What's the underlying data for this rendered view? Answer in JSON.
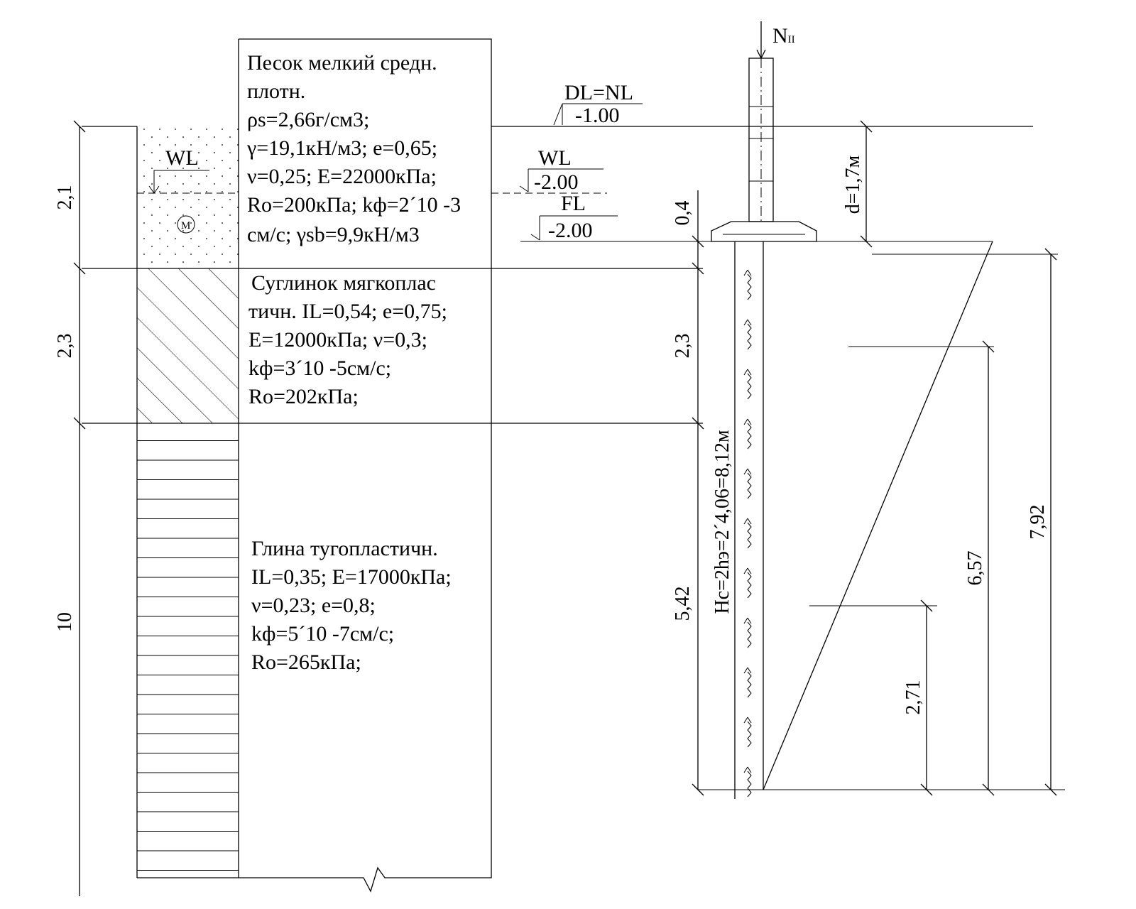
{
  "layers": [
    {
      "id": "sand",
      "lines": [
        "Песок мелкий средн.",
        "плотн.",
        "ρs=2,66г/см3;",
        "γ=19,1кН/м3;   e=0,65;",
        "ν=0,25;   E=22000кПа;",
        "Ro=200кПа;  kф=2´10 -3",
        "см/с;   γsb=9,9кН/м3"
      ],
      "thickness": "2,1",
      "symbol": "М"
    },
    {
      "id": "loam",
      "lines": [
        "Суглинок мягкоплас",
        "тичн. IL=0,54;  e=0,75;",
        "E=12000кПа; ν=0,3;",
        "kф=3´10 -5см/с;",
        "Ro=202кПа;"
      ],
      "thickness": "2,3"
    },
    {
      "id": "clay",
      "lines": [
        "Глина тугопластичн.",
        "IL=0,35;  E=17000кПа;",
        "ν=0,23; e=0,8;",
        "kф=5´10 -7см/с;",
        "Ro=265кПа;"
      ],
      "thickness": "10"
    }
  ],
  "levels": {
    "dl_nl_label": "DL=NL",
    "dl_nl_value": "-1.00",
    "wl_label": "WL",
    "wl_value": "-2.00",
    "fl_label": "FL",
    "fl_value": "-2.00",
    "wl_column_label": "WL"
  },
  "foundation": {
    "load_label": "NII",
    "depth_label": "d=1,7м",
    "dim_top": "0,4",
    "dim_mid": "2,3",
    "dim_bottom": "5,42",
    "compressible_depth": "Hc=2hэ=2´4,06=8,12м"
  },
  "diagram": {
    "dim_outer": "7,92",
    "dim_middle": "6,57",
    "dim_inner": "2,71"
  }
}
